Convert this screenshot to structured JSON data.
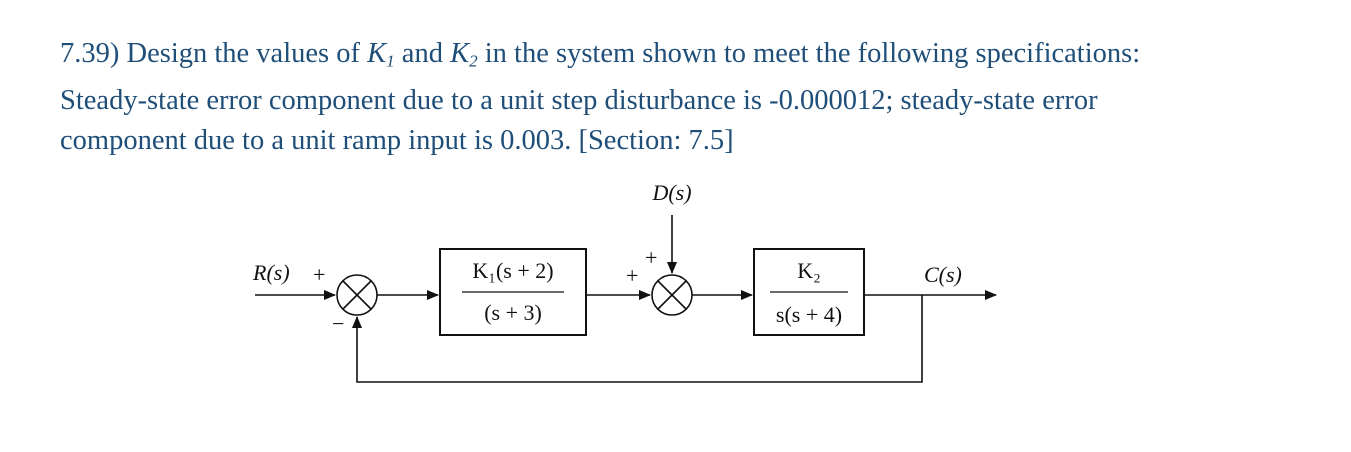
{
  "problem": {
    "number": "7.39)",
    "intro": "Design the values of",
    "k1_letter": "K",
    "k1_sub": "1",
    "conj": "and",
    "k2_letter": "K",
    "k2_sub": "2",
    "rest_line1": "in the system shown to meet the following specifications:",
    "line2": "Steady-state error component due to a unit step disturbance is -0.000012; steady-state error",
    "line3": "component due to a unit ramp input is 0.003. [Section: 7.5]"
  },
  "diagram": {
    "input_label": "R(s)",
    "output_label": "C(s)",
    "disturbance_label": "D(s)",
    "sum1_plus": "+",
    "sum1_minus": "−",
    "sum2_plus_top": "+",
    "sum2_plus_left": "+",
    "block1": {
      "numerator": "K₁(s + 2)",
      "denominator": "(s + 3)"
    },
    "block2": {
      "numerator": "K₂",
      "denominator": "s(s + 4)"
    }
  },
  "colors": {
    "text": "#1f4e79",
    "diagram": "#111111"
  }
}
